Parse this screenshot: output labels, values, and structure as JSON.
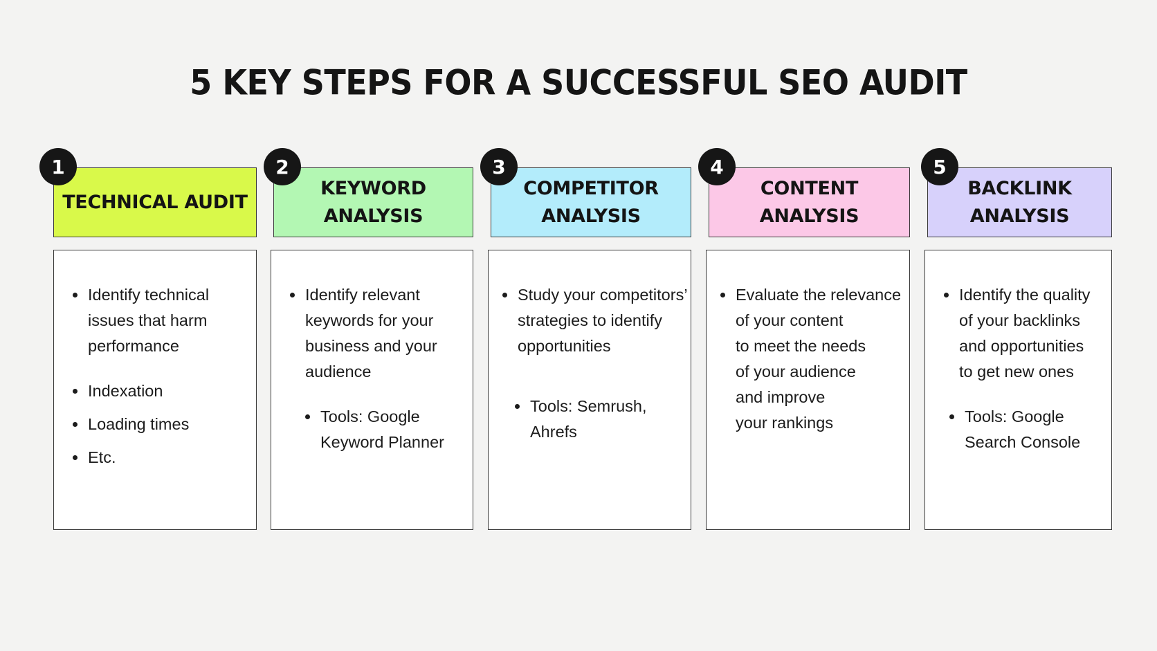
{
  "title": "5 KEY STEPS FOR A SUCCESSFUL SEO AUDIT",
  "steps": [
    {
      "number": "1",
      "label": "TECHNICAL AUDIT",
      "color": "#d9f94a",
      "bullets": [
        "Identify technical\nissues that harm\nperformance",
        "Indexation",
        "Loading times",
        "Etc."
      ]
    },
    {
      "number": "2",
      "label": "KEYWORD\nANALYSIS",
      "color": "#b3f7b3",
      "bullets": [
        "Identify relevant\nkeywords for your\nbusiness and your\naudience",
        "Tools: Google\nKeyword Planner"
      ]
    },
    {
      "number": "3",
      "label": "COMPETITOR\nANALYSIS",
      "color": "#b3ecfb",
      "bullets": [
        "Study your competitors’\nstrategies to identify\nopportunities",
        "Tools: Semrush,\nAhrefs"
      ]
    },
    {
      "number": "4",
      "label": "CONTENT\nANALYSIS",
      "color": "#fcc8e7",
      "bullets": [
        "Evaluate the relevance\nof your content\nto meet the needs\nof your audience\nand improve\nyour rankings"
      ]
    },
    {
      "number": "5",
      "label": "BACKLINK\nANALYSIS",
      "color": "#d7d1fb",
      "bullets": [
        "Identify the quality\nof your backlinks\nand opportunities\nto get new ones",
        "Tools: Google\nSearch Console"
      ]
    }
  ]
}
